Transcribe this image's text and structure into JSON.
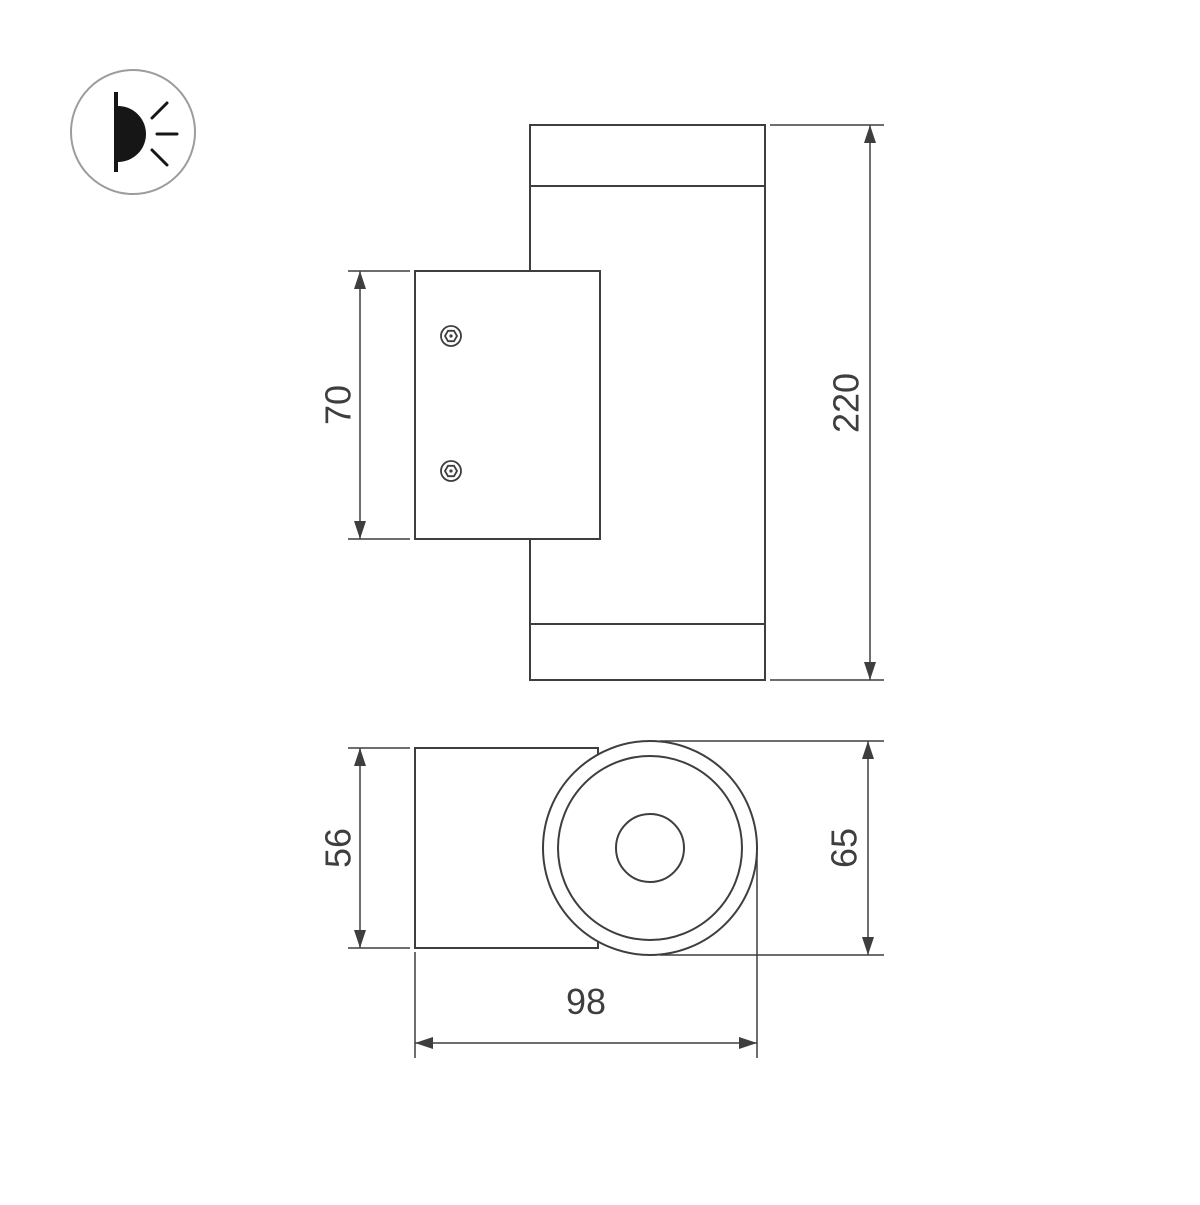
{
  "page": {
    "background": "#ffffff",
    "line_color": "#3e3e3e",
    "icon_circle_color": "#9c9c9c"
  },
  "icon": {
    "name": "wall-light-icon"
  },
  "drawing": {
    "type": "technical-dimension-drawing",
    "views": [
      "side-elevation",
      "plan-view"
    ],
    "dimensions": {
      "plate_height": "70",
      "body_height": "220",
      "bracket_width": "56",
      "body_diameter": "65",
      "total_depth": "98"
    }
  }
}
